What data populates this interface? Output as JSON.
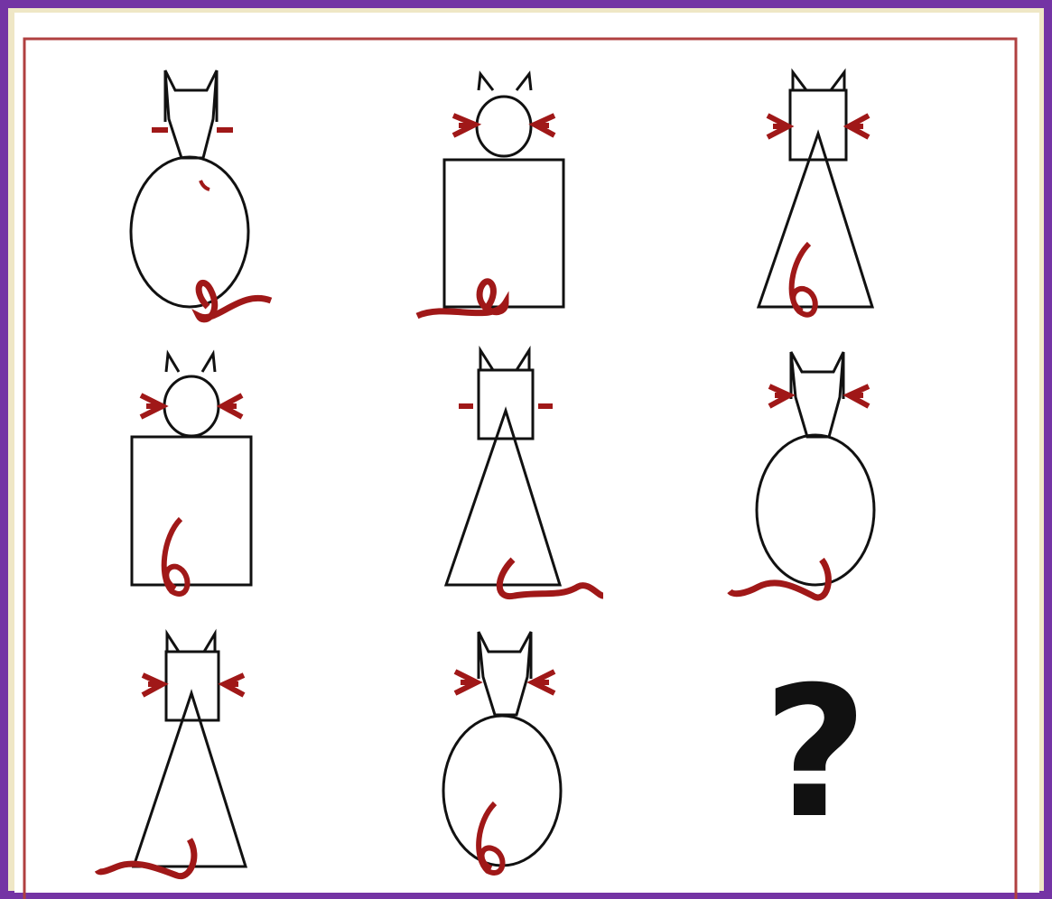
{
  "puzzle": {
    "question_mark": "?",
    "grid": [
      [
        {
          "head": "trapezoid",
          "body": "circle",
          "whiskers": "dash",
          "tail": "wavy-right"
        },
        {
          "head": "circle",
          "body": "square",
          "whiskers": "fork",
          "tail": "wavy-left"
        },
        {
          "head": "square",
          "body": "triangle",
          "whiskers": "fork",
          "tail": "curl"
        }
      ],
      [
        {
          "head": "circle",
          "body": "square",
          "whiskers": "fork",
          "tail": "curl"
        },
        {
          "head": "square",
          "body": "triangle",
          "whiskers": "dash",
          "tail": "wavy-right"
        },
        {
          "head": "trapezoid",
          "body": "circle",
          "whiskers": "fork",
          "tail": "wavy-left"
        }
      ],
      [
        {
          "head": "square",
          "body": "triangle",
          "whiskers": "fork",
          "tail": "wavy-left"
        },
        {
          "head": "trapezoid",
          "body": "circle",
          "whiskers": "fork",
          "tail": "curl"
        },
        null
      ]
    ],
    "colors": {
      "frame": "#7434a4",
      "border": "#b04040",
      "outline": "#111111",
      "accent": "#a01818"
    }
  }
}
